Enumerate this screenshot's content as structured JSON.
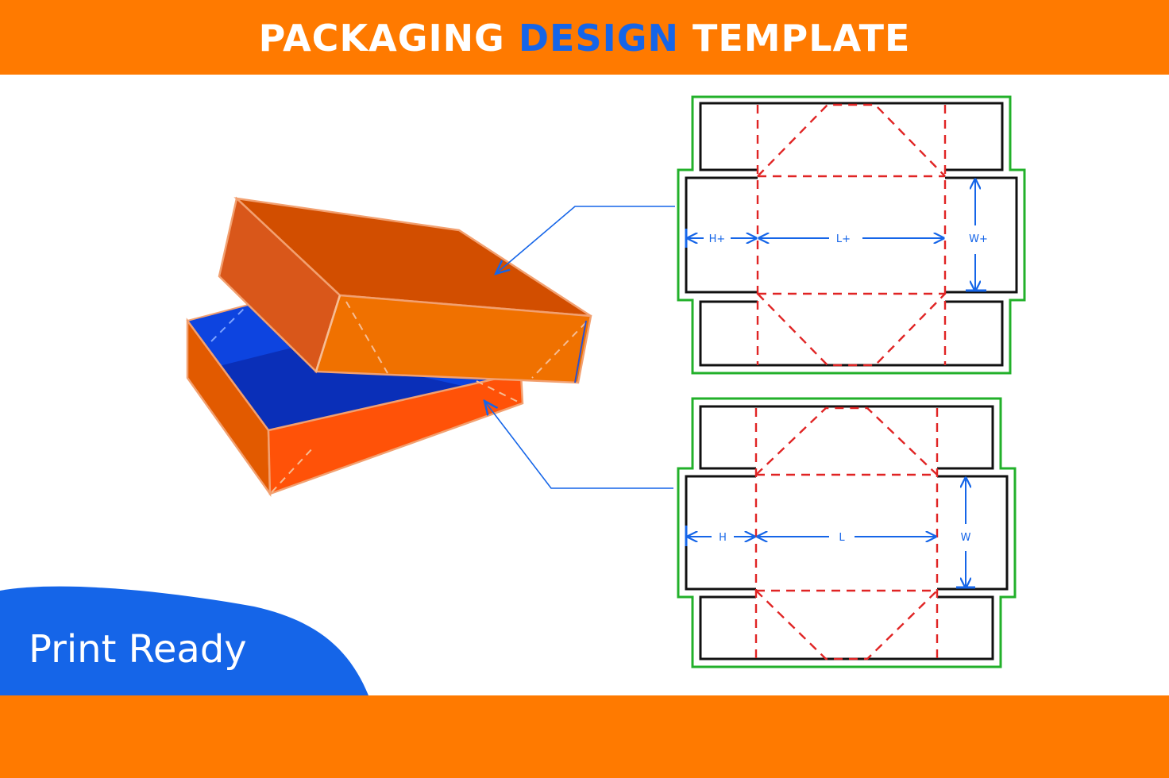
{
  "header": {
    "title_part1": "PACKAGING ",
    "title_accent": "DESIGN",
    "title_part2": " TEMPLATE"
  },
  "badge": {
    "label": "Print Ready"
  },
  "dielines": {
    "top": {
      "h": "H+",
      "l": "L+",
      "w": "W+"
    },
    "bottom": {
      "h": "H",
      "l": "L",
      "w": "W"
    }
  },
  "colors": {
    "banner": "#ff7a00",
    "accent_blue": "#1565e8",
    "cut_line": "#000000",
    "fold_line": "#e02424",
    "bleed_line": "#22b02a",
    "box_orange": "#f07100",
    "box_inner_blue": "#0a3bd4"
  },
  "icons": [
    "box-mockup",
    "dieline-top",
    "dieline-bottom",
    "dimension-arrow"
  ]
}
